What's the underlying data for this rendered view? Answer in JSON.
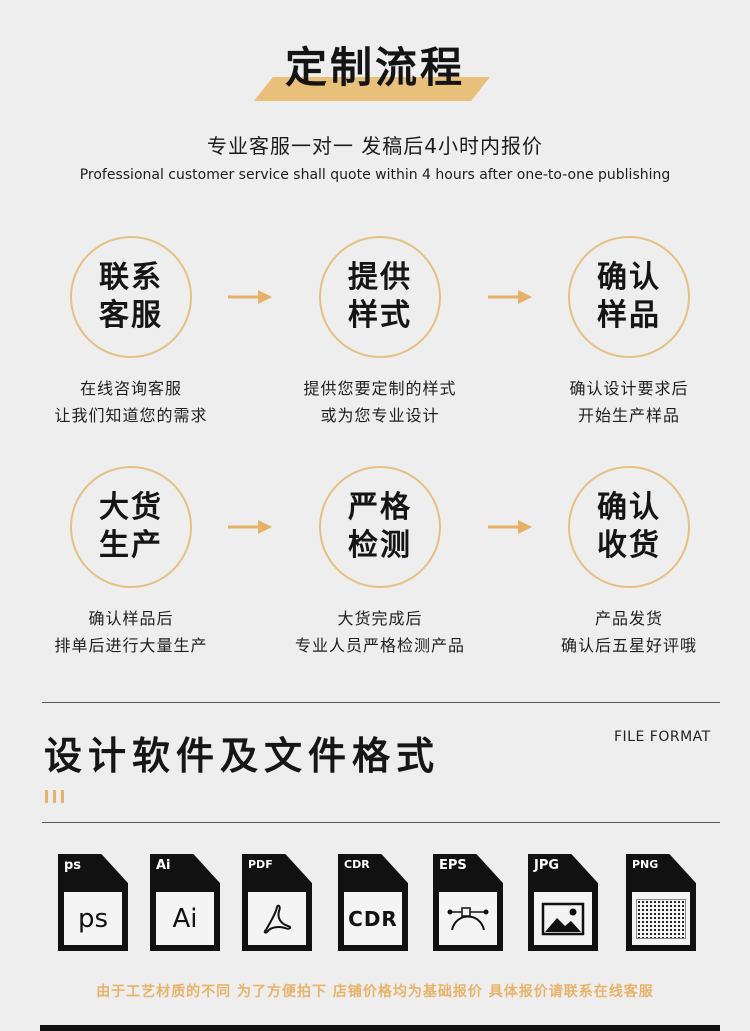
{
  "header": {
    "title": "定制流程",
    "subtitle_cn": "专业客服一对一 发稿后4小时内报价",
    "subtitle_en": "Professional customer service shall quote within 4 hours after one-to-one publishing"
  },
  "steps": [
    {
      "line1": "联系",
      "line2": "客服",
      "desc1": "在线咨询客服",
      "desc2": "让我们知道您的需求"
    },
    {
      "line1": "提供",
      "line2": "样式",
      "desc1": "提供您要定制的样式",
      "desc2": "或为您专业设计"
    },
    {
      "line1": "确认",
      "line2": "样品",
      "desc1": "确认设计要求后",
      "desc2": "开始生产样品"
    },
    {
      "line1": "大货",
      "line2": "生产",
      "desc1": "确认样品后",
      "desc2": "排单后进行大量生产"
    },
    {
      "line1": "严格",
      "line2": "检测",
      "desc1": "大货完成后",
      "desc2": "专业人员严格检测产品"
    },
    {
      "line1": "确认",
      "line2": "收货",
      "desc1": "产品发货",
      "desc2": "确认后五星好评哦"
    }
  ],
  "format_section": {
    "title": "设计软件及文件格式",
    "label_en": "FILE FORMAT",
    "files": [
      {
        "tag": "ps",
        "inner": "ps",
        "icon": "photoshop-icon"
      },
      {
        "tag": "Ai",
        "inner": "Ai",
        "icon": "illustrator-icon"
      },
      {
        "tag": "PDF",
        "inner": "",
        "icon": "acrobat-icon"
      },
      {
        "tag": "CDR",
        "inner": "CDR",
        "icon": "coreldraw-icon"
      },
      {
        "tag": "EPS",
        "inner": "",
        "icon": "bezier-path-icon"
      },
      {
        "tag": "JPG",
        "inner": "",
        "icon": "image-icon"
      },
      {
        "tag": "PNG",
        "inner": "",
        "icon": "transparent-grid-icon"
      }
    ],
    "notice": "由于工艺材质的不同 为了方便拍下 店铺价格均为基础报价 具体报价请联系在线客服"
  },
  "colors": {
    "accent": "#e7b36a",
    "circle_border": "#e4c084",
    "background": "#eeeeee"
  }
}
